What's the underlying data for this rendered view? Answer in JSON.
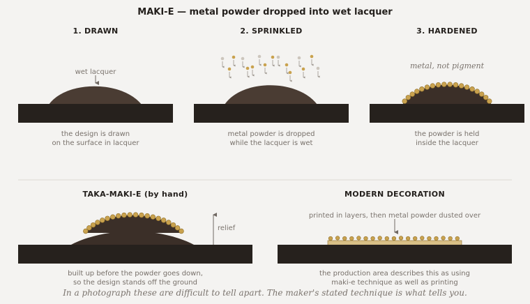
{
  "title": "MAKI-E — metal powder dropped into wet lacquer",
  "panels": {
    "drawn": {
      "heading": "1.  DRAWN",
      "label": "wet lacquer",
      "caption": "the design is drawn\non the surface in lacquer"
    },
    "sprinkled": {
      "heading": "2.  SPRINKLED",
      "caption": "metal powder is dropped\nwhile the lacquer is wet"
    },
    "hardened": {
      "heading": "3.  HARDENED",
      "note": "metal, not pigment",
      "caption": "the powder is held\ninside the lacquer"
    },
    "taka": {
      "heading": "TAKA-MAKI-E   (by hand)",
      "relief_label": "relief",
      "caption": "built up before the powder goes down,\nso the design stands off the ground"
    },
    "modern": {
      "heading": "MODERN DECORATION",
      "label": "printed in layers, then metal powder dusted over",
      "caption": "the production area describes this as using\nmaki-e technique as well as printing"
    }
  },
  "footer": "In a photograph these are difficult to tell apart. The maker's stated technique is what tells you.",
  "colors": {
    "background": "#f4f3f1",
    "ground": "#26211d",
    "wet_lacquer": "#4a3c33",
    "hardened_lacquer": "#3b2f28",
    "gold_powder": "#c9a24e",
    "gold_stroke": "#8e6f2c",
    "pale_powder": "#ccc6bd",
    "printed_layer": "#d8bf86"
  }
}
